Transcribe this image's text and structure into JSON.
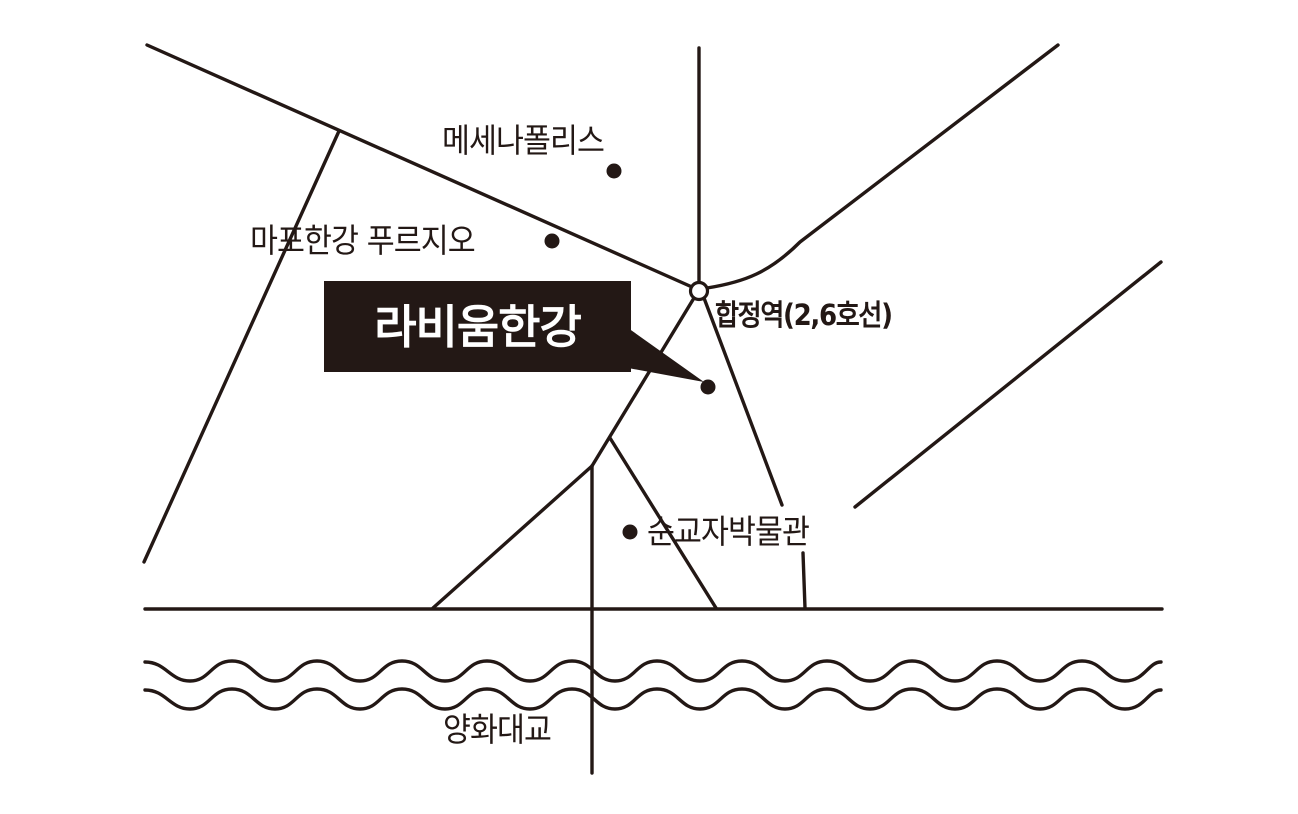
{
  "map": {
    "colors": {
      "ink": "#231815",
      "background": "#ffffff",
      "callout_text": "#ffffff"
    },
    "highlight": {
      "name": "라비움한강",
      "style": "black callout box with pointer"
    },
    "station": {
      "name": "합정역(2,6호선)",
      "icon": "station-ring-icon"
    },
    "landmarks": [
      {
        "name": "메세나폴리스",
        "icon": "poi-dot-icon"
      },
      {
        "name": "마포한강 푸르지오",
        "icon": "poi-dot-icon"
      },
      {
        "name": "순교자박물관",
        "icon": "poi-dot-icon"
      }
    ],
    "bridge": {
      "name": "양화대교"
    },
    "river": {
      "icon": "river-wave-icon"
    }
  }
}
